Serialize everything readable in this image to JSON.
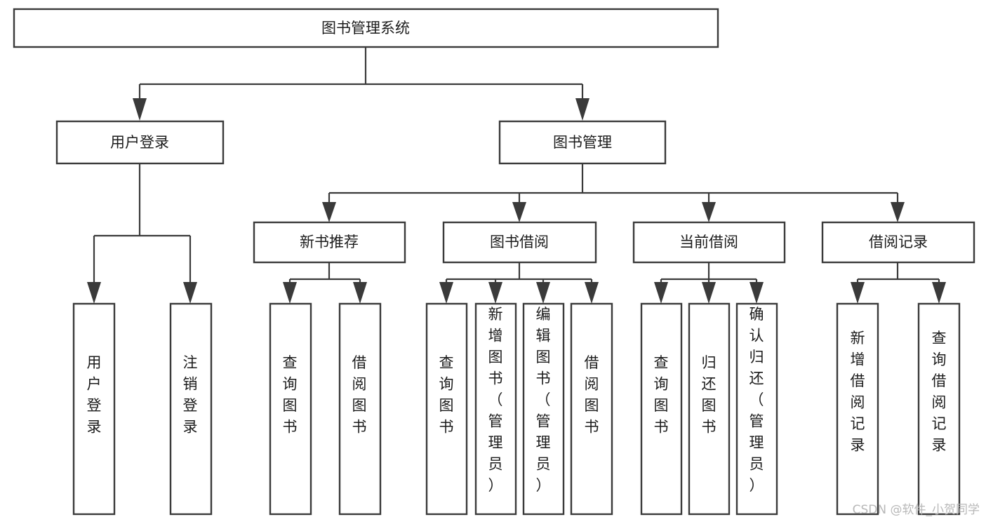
{
  "diagram": {
    "title": "图书管理系统",
    "type": "hierarchy-tree",
    "root": {
      "label": "图书管理系统",
      "level": 0
    },
    "level1": [
      {
        "label": "用户登录"
      },
      {
        "label": "图书管理"
      }
    ],
    "level2": [
      {
        "label": "新书推荐"
      },
      {
        "label": "图书借阅"
      },
      {
        "label": "当前借阅"
      },
      {
        "label": "借阅记录"
      }
    ],
    "leaves": {
      "user_login": [
        {
          "label": "用户登录"
        },
        {
          "label": "注销登录"
        }
      ],
      "new_book_recommend": [
        {
          "label": "查询图书"
        },
        {
          "label": "借阅图书"
        }
      ],
      "book_borrow": [
        {
          "label": "查询图书"
        },
        {
          "label": "新增图书（管理员）"
        },
        {
          "label": "编辑图书（管理员）"
        },
        {
          "label": "借阅图书"
        }
      ],
      "current_borrow": [
        {
          "label": "查询图书"
        },
        {
          "label": "归还图书"
        },
        {
          "label": "确认归还（管理员）"
        }
      ],
      "borrow_record": [
        {
          "label": "新增借阅记录"
        },
        {
          "label": "查询借阅记录"
        }
      ]
    },
    "watermark": "CSDN @软件_小贺同学",
    "colors": {
      "box_stroke": "#3a3a3a",
      "box_fill": "#ffffff",
      "text": "#1b1b1b",
      "background": "#ffffff",
      "watermark": "#b8b8b8"
    }
  }
}
